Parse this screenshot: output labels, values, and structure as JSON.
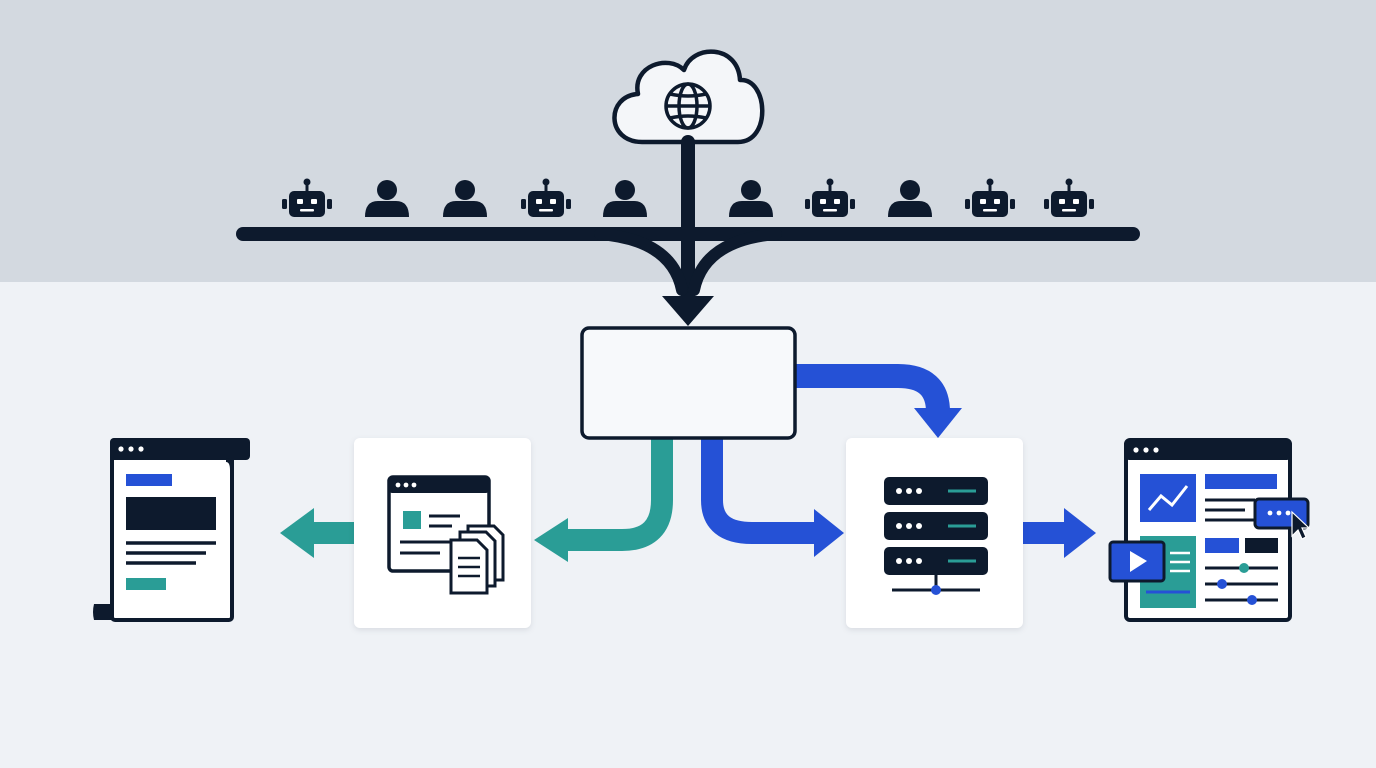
{
  "colors": {
    "navy": "#0d1a2d",
    "blue": "#2551d6",
    "teal": "#2a9d96",
    "card": "#ffffff",
    "band_top": "#d3d9e0",
    "band_bottom": "#eff2f6",
    "cloud_fill": "#f4f6f9"
  },
  "nodes": {
    "cloud": {
      "icon": "cloud-globe-icon"
    },
    "clients": [
      "robot-icon",
      "user-icon",
      "user-icon",
      "robot-icon",
      "user-icon",
      "user-icon",
      "robot-icon",
      "user-icon",
      "robot-icon",
      "robot-icon"
    ],
    "center_box": {
      "label": ""
    },
    "cache_card": {
      "icon": "browser-documents-icon"
    },
    "static_page": {
      "icon": "static-page-icon"
    },
    "server_card": {
      "icon": "server-stack-icon"
    },
    "dynamic_page": {
      "icon": "dynamic-dashboard-icon"
    }
  },
  "edges": [
    {
      "from": "clients",
      "to": "center_box",
      "color": "navy"
    },
    {
      "from": "center_box",
      "to": "cache_card",
      "color": "teal"
    },
    {
      "from": "cache_card",
      "to": "static_page",
      "color": "teal"
    },
    {
      "from": "center_box",
      "to": "server_card",
      "color": "blue",
      "route": "top"
    },
    {
      "from": "center_box",
      "to": "server_card",
      "color": "blue",
      "route": "bottom"
    },
    {
      "from": "server_card",
      "to": "dynamic_page",
      "color": "blue"
    }
  ]
}
